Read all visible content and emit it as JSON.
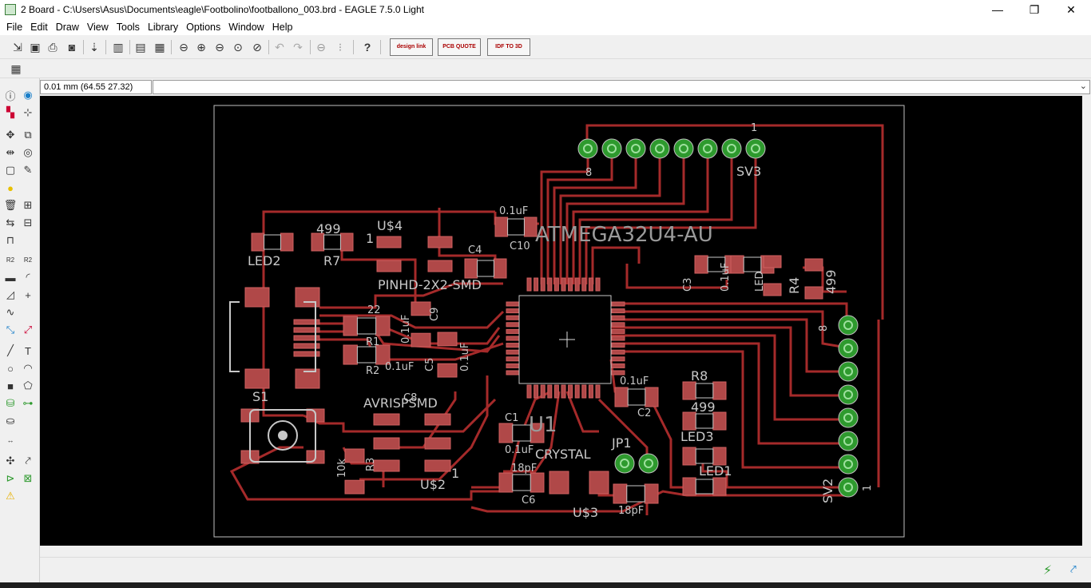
{
  "window": {
    "title": "2 Board - C:\\Users\\Asus\\Documents\\eagle\\Footbolino\\footballono_003.brd - EAGLE 7.5.0 Light",
    "minimize": "—",
    "maximize": "❐",
    "close": "✕"
  },
  "menu": {
    "items": [
      "File",
      "Edit",
      "Draw",
      "View",
      "Tools",
      "Library",
      "Options",
      "Window",
      "Help"
    ]
  },
  "toolbar": {
    "design_link": "design link",
    "pcb_quote": "PCB QUOTE",
    "idf_to_3d": "IDF TO 3D",
    "help_glyph": "?"
  },
  "coordinates": {
    "value": "0.01 mm (64.55 27.32)"
  },
  "board": {
    "labels": {
      "led2": "LED2",
      "r7": "R7",
      "r7_value": "499",
      "u4": "U$4",
      "pin1_u4": "1",
      "pinhd": "PINHD-2X2-SMD",
      "c10_value": "0.1uF",
      "c10": "C10",
      "c4": "C4",
      "mcu": "ATMEGA32U4-AU",
      "sv3": "SV3",
      "sv3_pin8": "8",
      "sv3_pin1": "1",
      "c3": "C3",
      "c3_value": "0.1uF",
      "led": "LED",
      "r4": "R4",
      "r4_value": "499",
      "r1_value": "22",
      "r1": "R1",
      "r2": "R2",
      "c9_value": "0.1uF",
      "c9": "C9",
      "c5": "C5",
      "c5_value": "0.1uF",
      "c8_value": "0.1uF",
      "c8": "C8",
      "s1": "S1",
      "avrisp": "AVRISPSMD",
      "c1": "C1",
      "c1_value": "0.1uF",
      "u1": "U1",
      "crystal": "CRYSTAL",
      "jp1": "JP1",
      "c2_value": "0.1uF",
      "c2": "C2",
      "r8": "R8",
      "r8_value": "499",
      "led3": "LED3",
      "led1": "LED1",
      "r6_value": "10k",
      "r3": "R3",
      "u2": "U$2",
      "pin1_u2": "1",
      "c6_value": "18pF",
      "c6": "C6",
      "u3": "U$3",
      "c7_value": "18pF",
      "sv2": "SV2",
      "sv2_pin8": "8",
      "sv2_pin1": "1"
    }
  },
  "colors": {
    "canvas": "#000000",
    "trace": "#a52a2a",
    "pad_fill": "#b04848",
    "via_green": "#2e9a2e",
    "silk": "#c8c8c8",
    "outline": "#bfbfbf"
  },
  "icons": {
    "status_right": [
      "flash-icon",
      "arrow-icon"
    ]
  }
}
